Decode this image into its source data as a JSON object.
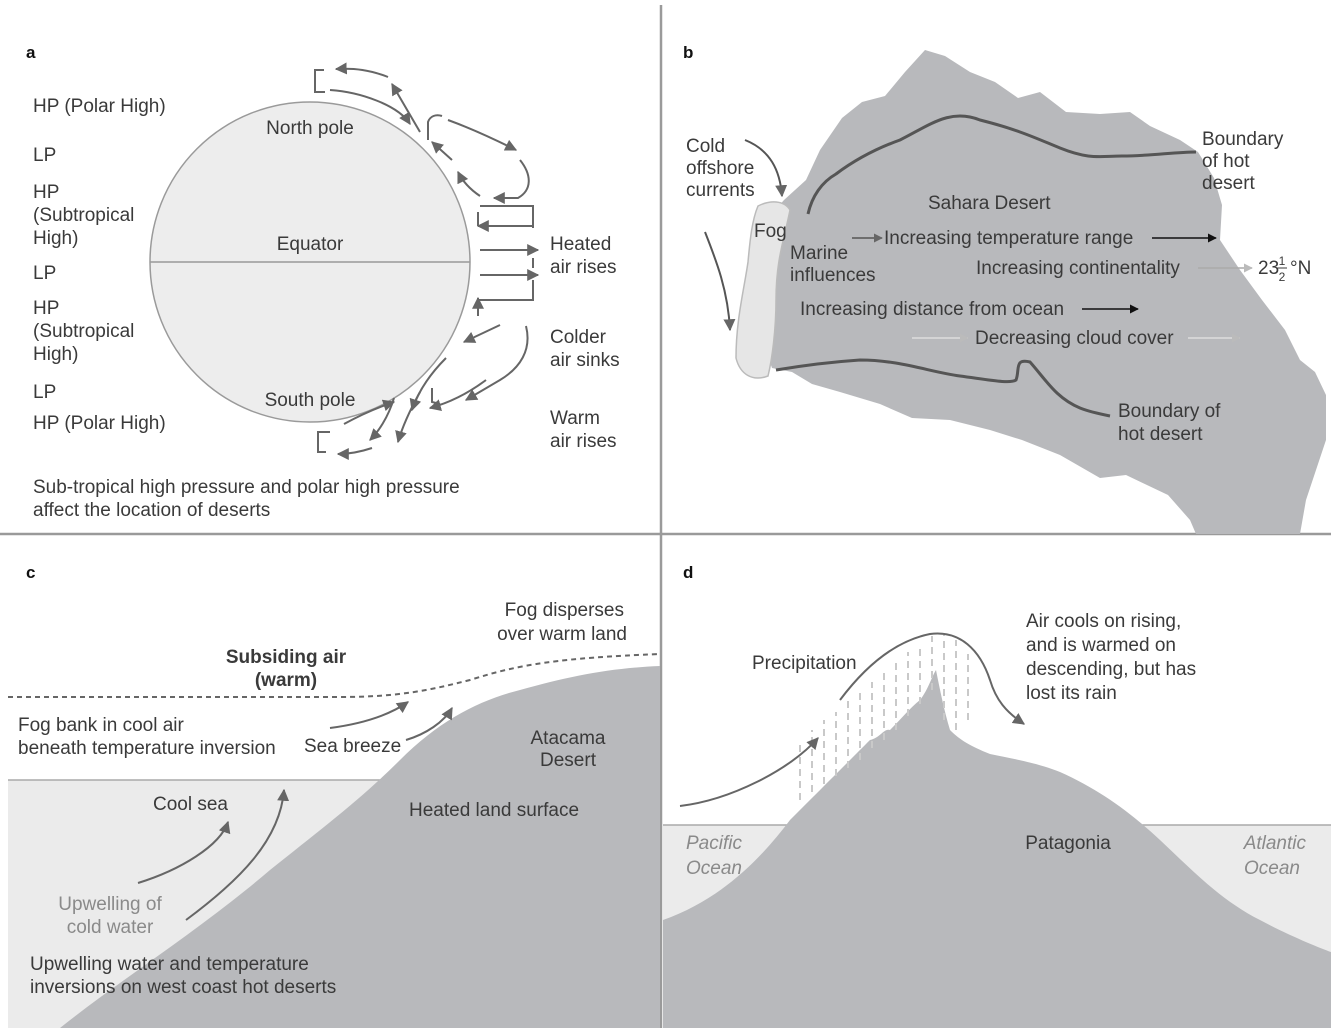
{
  "panels": {
    "a": {
      "letter": "a",
      "pressure_labels": [
        "HP (Polar High)",
        "LP",
        "HP",
        "(Subtropical",
        "High)",
        "LP",
        "HP",
        "(Subtropical",
        "High)",
        "LP",
        "HP (Polar High)"
      ],
      "globe_labels": {
        "north": "North pole",
        "equator": "Equator",
        "south": "South pole"
      },
      "side_labels": [
        [
          "Heated",
          "air rises"
        ],
        [
          "Colder",
          "air sinks"
        ],
        [
          "Warm",
          "air rises"
        ]
      ],
      "caption": [
        "Sub-tropical high pressure and polar high pressure",
        "affect the location of deserts"
      ]
    },
    "b": {
      "letter": "b",
      "cold_currents": [
        "Cold",
        "offshore",
        "currents"
      ],
      "fog": "Fog",
      "marine": [
        "Marine",
        "influences"
      ],
      "sahara": "Sahara Desert",
      "boundary_top": [
        "Boundary",
        "of hot",
        "desert"
      ],
      "boundary_bottom": [
        "Boundary of",
        "hot desert"
      ],
      "temp_range": "Increasing temperature range",
      "continentality": "Increasing continentality",
      "latitude_whole": "23",
      "latitude_num": "1",
      "latitude_den": "2",
      "latitude_unit": "°N",
      "distance": "Increasing distance from ocean",
      "cloud": "Decreasing cloud cover"
    },
    "c": {
      "letter": "c",
      "fog_disperses": [
        "Fog disperses",
        "over warm land"
      ],
      "subsiding": [
        "Subsiding air",
        "(warm)"
      ],
      "fog_bank": [
        "Fog bank in cool air",
        "beneath temperature inversion"
      ],
      "sea_breeze": "Sea breeze",
      "atacama": [
        "Atacama",
        "Desert"
      ],
      "cool_sea": "Cool sea",
      "heated_land": "Heated land surface",
      "upwelling": [
        "Upwelling of",
        "cold water"
      ],
      "caption": [
        "Upwelling water and temperature",
        "inversions on west coast hot deserts"
      ]
    },
    "d": {
      "letter": "d",
      "precipitation": "Precipitation",
      "air_cools": [
        "Air cools on rising,",
        "and is warmed on",
        "descending, but has",
        "lost its rain"
      ],
      "pacific": [
        "Pacific",
        "Ocean"
      ],
      "patagonia": "Patagonia",
      "atlantic": [
        "Atlantic",
        "Ocean"
      ]
    }
  },
  "colors": {
    "land": "#b8b9bc",
    "sea": "#ebebeb",
    "divider": "#9a9a9a",
    "text": "#3a3a3a",
    "muted": "#8a8a8a"
  }
}
